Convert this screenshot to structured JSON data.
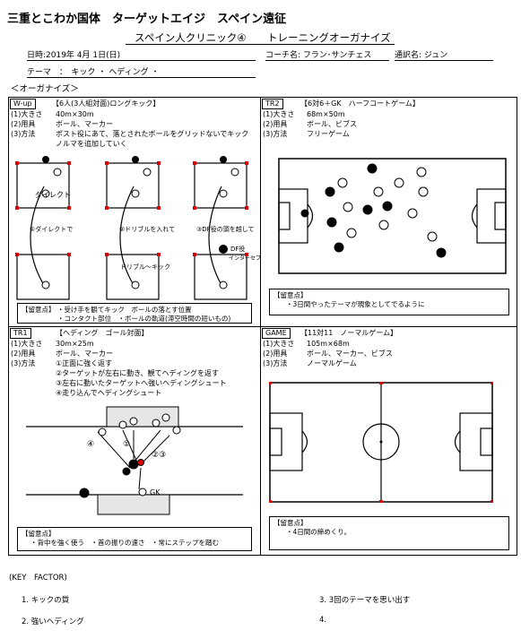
{
  "header": {
    "title": "三重とこわか国体　ターゲットエイジ　スペイン遠征",
    "clinic": "スペイン人クリニック④",
    "training": "トレーニングオーガナイズ",
    "date": "日時:2019年  4月  1日(日)",
    "coach": "コーチ名:  フラン･サンチェス",
    "interpreter": "通訳名:  ジュン",
    "theme": "テーマ　：　キック  ・ ヘディング  ・",
    "organize": "＜オーガナイズ＞"
  },
  "wup": {
    "tag": "W-up",
    "heading": "【6人(3人組対面)ロングキック】",
    "size_label": "(1)大きさ",
    "size": "40m×30m",
    "tools_label": "(2)用具",
    "tools": "ボール、マーカー",
    "method_label": "(3)方法",
    "method1": "ポスト役にあて、落とされたボールをグリッドないでキック",
    "method2": "ノルマを追加していく",
    "direct": "ダイレクト",
    "c1": "①ダイレクトで",
    "c2": "②ドリブルを入れて",
    "c3": "③DF役の頭を越して",
    "dribble": "ドリブル〜キック",
    "df": "DF役",
    "intercept": "インターセプト",
    "notes_title": "【留意点】",
    "note1": "・受け手を観てキック　ボールの落とす位置",
    "note2": "・コンタクト部位　・ボールの軌道(滞空時間の短いもの)"
  },
  "tr2": {
    "tag": "TR2",
    "heading": "【6対6＋GK　ハーフコートゲーム】",
    "size_label": "(1)大きさ",
    "size": "68m×50m",
    "tools_label": "(2)用具",
    "tools": "ボール、ビブス",
    "method_label": "(3)方法",
    "method": "フリーゲーム",
    "notes_title": "【留意点】",
    "note1": "・3日間やったテーマが現象としてでるように"
  },
  "tr1": {
    "tag": "TR1",
    "heading": "【ヘディング　ゴール対面】",
    "size_label": "(1)大きさ",
    "size": "30m×25m",
    "tools_label": "(2)用具",
    "tools": "ボール、マーカー",
    "method_label": "(3)方法",
    "m1": "①正面に強く返す",
    "m2": "②ターゲットが左右に動き、観てヘディングを返す",
    "m3": "③左右に動いたターゲットへ強いヘディングシュート",
    "m4": "④走り込んでヘディングシュート",
    "gk": "GK",
    "notes_title": "【留意点】",
    "note1": "・背中を強く使う　・首の振りの速さ　・常にステップを踏む"
  },
  "game": {
    "tag": "GAME",
    "heading": "【11対11　ノーマルゲーム】",
    "size_label": "(1)大きさ",
    "size": "105m×68m",
    "tools_label": "(2)用具",
    "tools": "ボール、マーカー、ビブス",
    "method_label": "(3)方法",
    "method": "ノーマルゲーム",
    "notes_title": "【留意点】",
    "note1": "・4日間の締めくり。"
  },
  "key_factor": {
    "title": "(KEY　FACTOR)",
    "items": [
      "1.  キックの質",
      "2.  強いヘディング",
      "3.  3回のテーマを思い出す",
      "4."
    ]
  }
}
